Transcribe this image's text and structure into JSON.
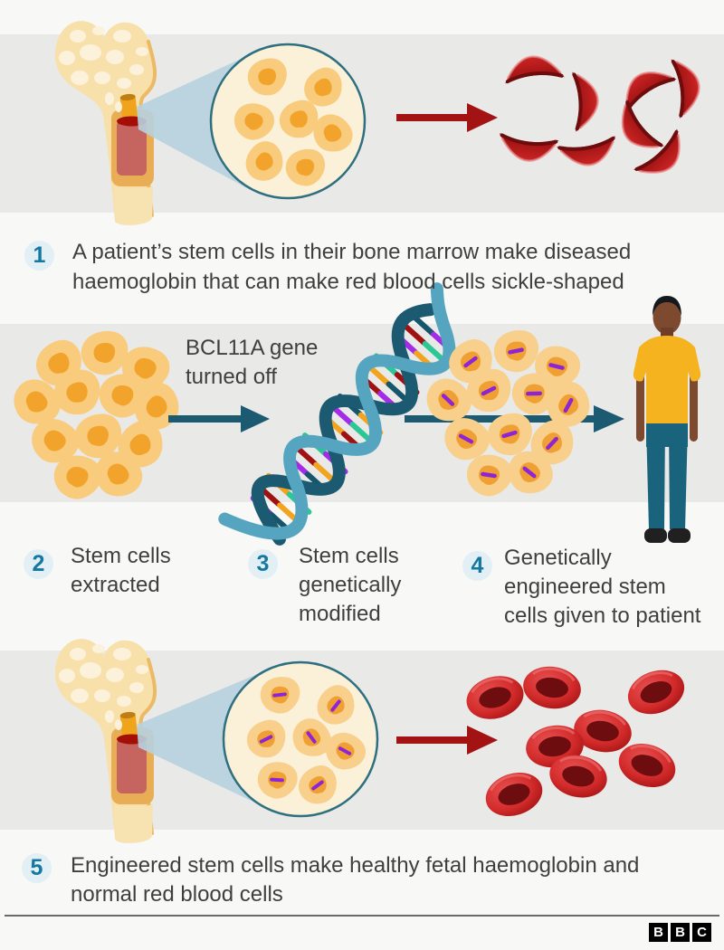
{
  "steps": [
    {
      "number": "1",
      "lines": [
        "A patient’s stem cells in their bone marrow make diseased",
        "haemoglobin that can make red blood cells sickle-shaped"
      ]
    },
    {
      "number": "2",
      "lines": [
        "Stem cells",
        "extracted"
      ]
    },
    {
      "number": "3",
      "lines": [
        "Stem cells",
        "genetically",
        "modified"
      ]
    },
    {
      "number": "4",
      "lines": [
        "Genetically",
        "engineered stem",
        "cells given to patient"
      ]
    },
    {
      "number": "5",
      "lines": [
        "Engineered stem cells make healthy fetal haemoglobin and",
        "normal red blood cells"
      ]
    }
  ],
  "dna_annotation": {
    "lines": [
      "BCL11A gene",
      "turned off"
    ]
  },
  "footer": {
    "logo_letters": [
      "B",
      "B",
      "C"
    ]
  },
  "illustrations": {
    "band1": [
      "bone-marrow",
      "magnifier-stem-cells",
      "red-arrow",
      "sickle-red-blood-cells"
    ],
    "band2": [
      "stem-cell-cluster",
      "teal-arrow",
      "dna-helix",
      "teal-arrow",
      "edited-stem-cell-cluster",
      "patient-figure"
    ],
    "band3": [
      "bone-marrow",
      "magnifier-edited-stem-cells",
      "red-arrow",
      "healthy-red-blood-cells"
    ]
  },
  "colors": {
    "page_bg": "#F8F8F6",
    "band_bg": "#E9E9E8",
    "text": "#3F3F3F",
    "badge_bg": "#E2EFF5",
    "badge_text": "#1478A0",
    "arrow_red": "#A31313",
    "arrow_teal": "#1B5A70",
    "bone": "#F8E0AB",
    "stem_cell": "#F9CB7C",
    "stem_cell_nucleus": "#F2A32B",
    "edit_dash_purple": "#8E24D4",
    "dna_strand_dark": "#1B5A70",
    "dna_strand_light": "#55A5C0",
    "sickle_cell_red": "#C22020",
    "rbc_red": "#D32B2B",
    "shirt_yellow": "#F6B320",
    "logo_bg": "#000000"
  }
}
